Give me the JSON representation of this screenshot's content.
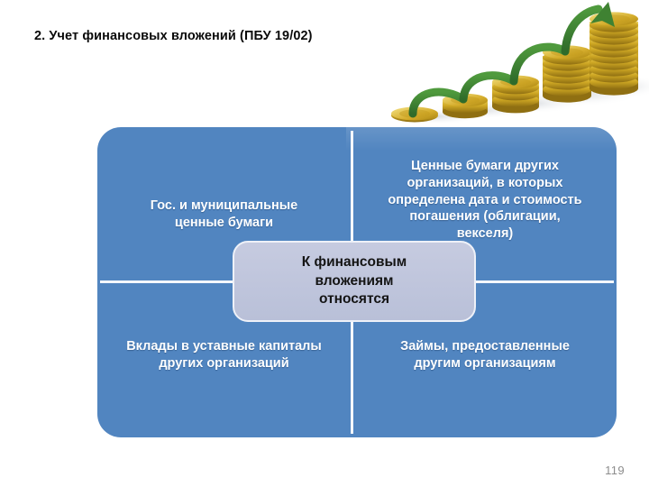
{
  "slide": {
    "title": "2. Учет финансовых вложений (ПБУ 19/02)",
    "page_number": "119",
    "accent_color": "#5185c0",
    "callout_color": "#c0c6dc",
    "divider_color": "#f4f7fb",
    "title_color": "#0a0a0a"
  },
  "decoration": {
    "image_name": "gold-coin-stacks-growth-arrow-photo",
    "description": "Фотография: растущие стопки золотых монет с зелёной стрелкой роста",
    "coin_color": "#c9a227",
    "arrow_color": "#3f7a33"
  },
  "diagram": {
    "center": {
      "label": "К финансовым\nвложениям\nотносятся"
    },
    "quadrants": [
      {
        "id": "top-left",
        "label": "Гос. и муниципальные\nценные бумаги"
      },
      {
        "id": "top-right",
        "label": "Ценные бумаги других\nорганизаций, в которых\nопределена дата и стоимость\nпогашения (облигации,\nвекселя)"
      },
      {
        "id": "bottom-left",
        "label": "Вклады в уставные капиталы\nдругих организаций"
      },
      {
        "id": "bottom-right",
        "label": "Займы, предоставленные\nдругим организациям"
      }
    ]
  }
}
